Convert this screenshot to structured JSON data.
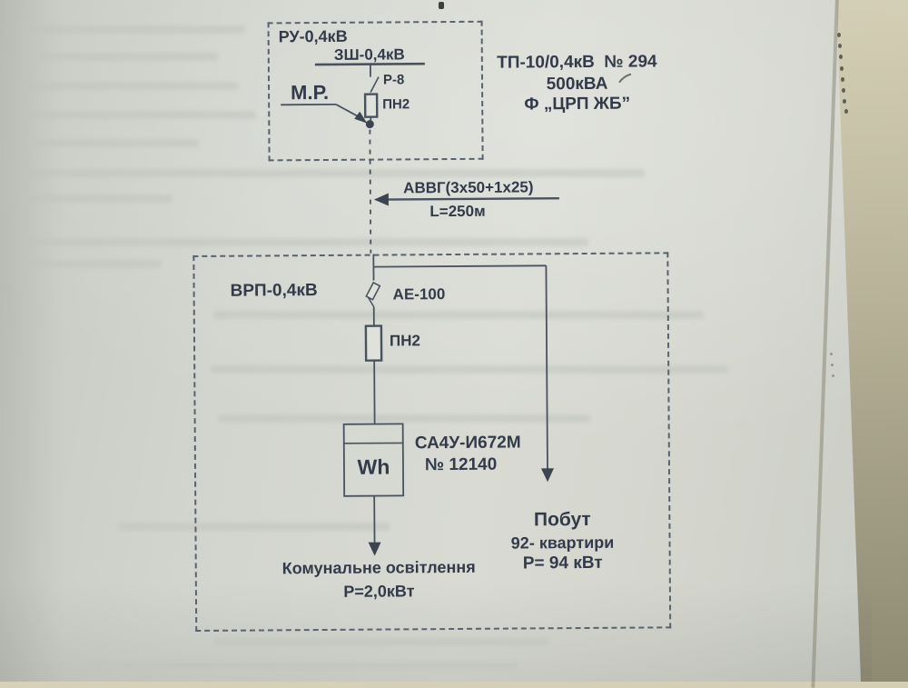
{
  "ru_section": {
    "box_label": "РУ-0,4кВ",
    "busbar_label": "ЗШ-0,4кВ",
    "switch_label": "Р-8",
    "fuse_label": "ПН2",
    "manual_release_label": "М.Р."
  },
  "transformer_info": {
    "line1": "ТП-10/0,4кВ  № 294",
    "line2": "500кВА",
    "line3": "Ф „ЦРП ЖБ”"
  },
  "cable": {
    "type_label": "АВВГ(3х50+1х25)",
    "length_label": "L=250м"
  },
  "vrp_section": {
    "box_label": "ВРП-0,4кВ",
    "breaker_label": "АЕ-100",
    "fuse_label": "ПН2",
    "meter": {
      "symbol": "Wh",
      "model": "СА4У-И672М",
      "serial": "№ 12140"
    }
  },
  "loads": {
    "lighting": {
      "name": "Комунальне освітлення",
      "power": "Р=2,0кВт"
    },
    "household": {
      "name": "Побут",
      "apartments": "92- квартири",
      "power": "Р= 94 кВт"
    }
  }
}
